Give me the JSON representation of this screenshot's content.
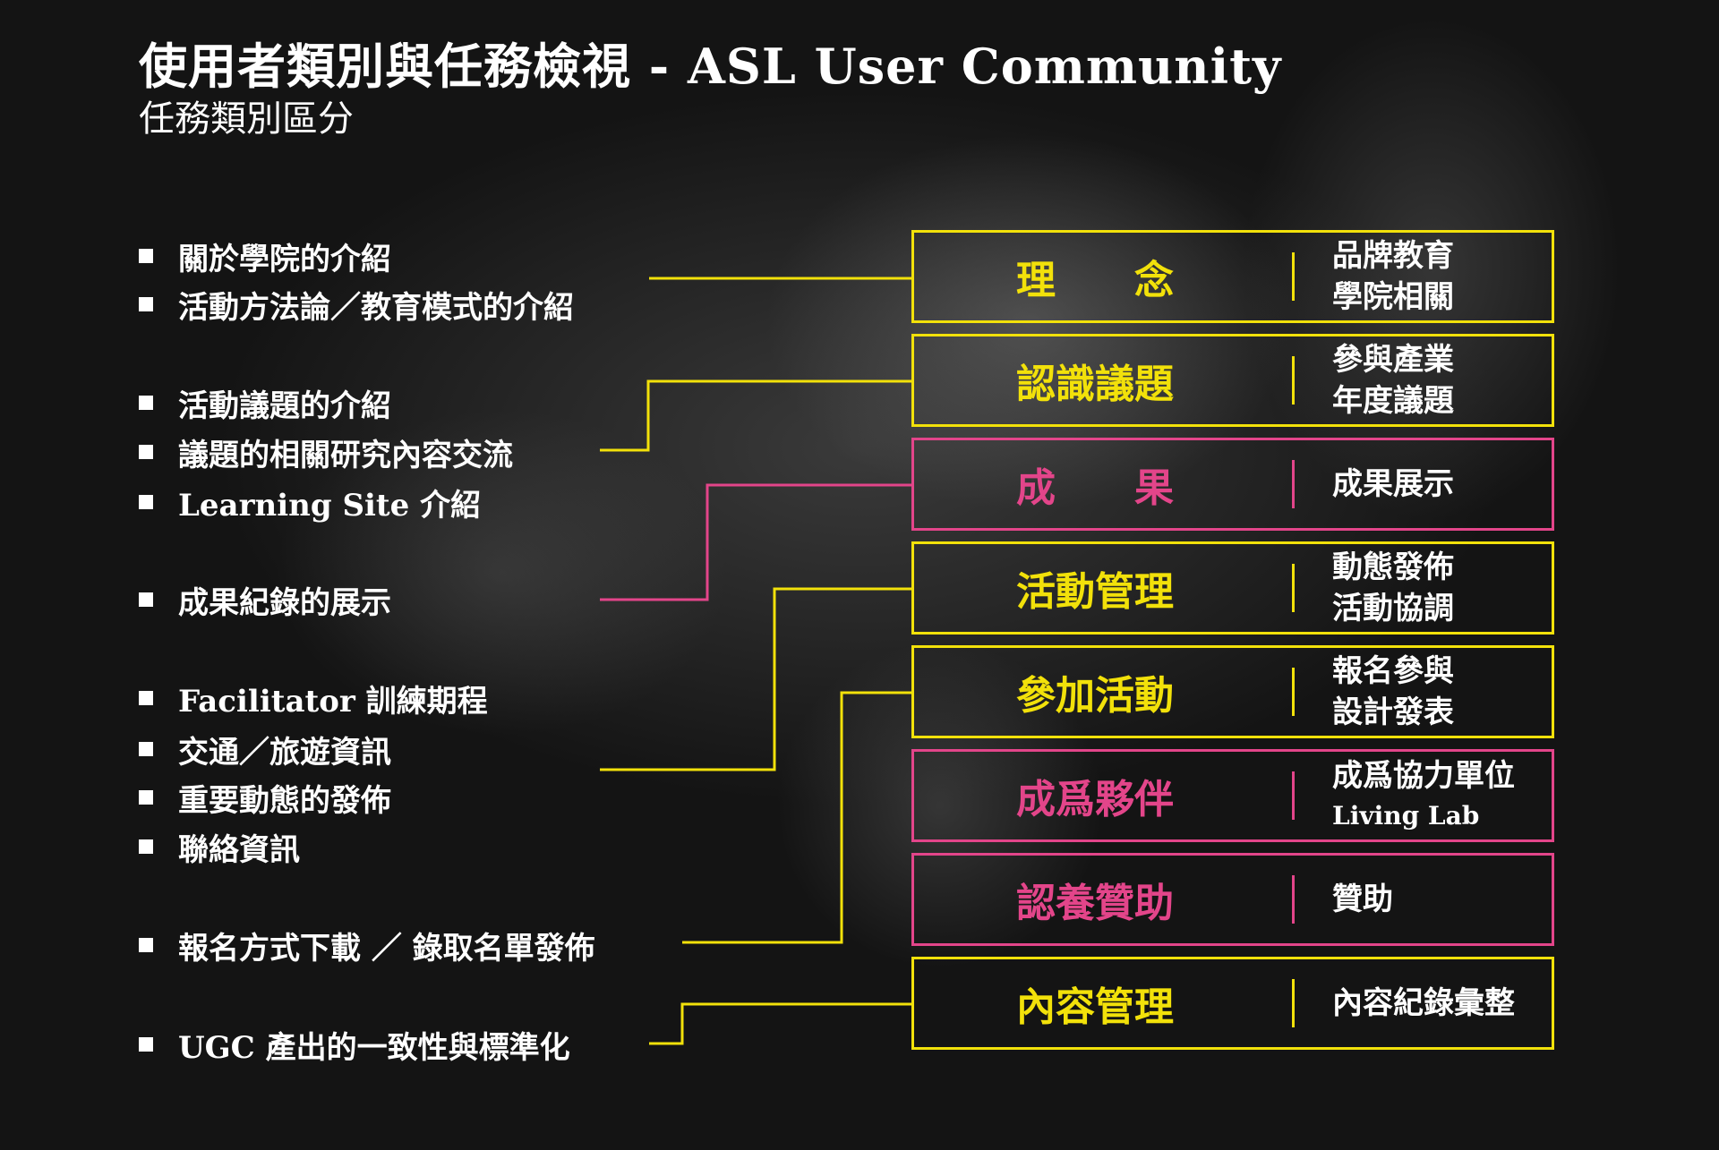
{
  "title": "使用者類別與任務檢視 - ASL User Community",
  "subtitle": "任務類別區分",
  "colors": {
    "yellow": "#f2e10a",
    "pink": "#e3458a",
    "text": "#ffffff"
  },
  "bullets": [
    "關於學院的介紹",
    "活動方法論／教育模式的介紹",
    "活動議題的介紹",
    "議題的相關研究內容交流",
    "Learning Site 介紹",
    "成果紀錄的展示",
    "Facilitator 訓練期程",
    "交通／旅遊資訊",
    "重要動態的發佈",
    "聯絡資訊",
    "報名方式下載 ／ 錄取名單發佈",
    "UGC 產出的一致性與標準化"
  ],
  "boxes": [
    {
      "label": "理　　念",
      "desc": [
        "品牌教育",
        "學院相關"
      ],
      "color": "#f2e10a"
    },
    {
      "label": "認識議題",
      "desc": [
        "參與產業",
        "年度議題"
      ],
      "color": "#f2e10a"
    },
    {
      "label": "成　　果",
      "desc": [
        "成果展示"
      ],
      "color": "#e3458a"
    },
    {
      "label": "活動管理",
      "desc": [
        "動態發佈",
        "活動協調"
      ],
      "color": "#f2e10a"
    },
    {
      "label": "參加活動",
      "desc": [
        "報名參與",
        "設計發表"
      ],
      "color": "#f2e10a"
    },
    {
      "label": "成爲夥伴",
      "desc": [
        "成爲協力單位",
        "Living Lab"
      ],
      "color": "#e3458a"
    },
    {
      "label": "認養贊助",
      "desc": [
        "贊助"
      ],
      "color": "#e3458a"
    },
    {
      "label": "內容管理",
      "desc": [
        "內容紀錄彙整"
      ],
      "color": "#f2e10a"
    }
  ]
}
